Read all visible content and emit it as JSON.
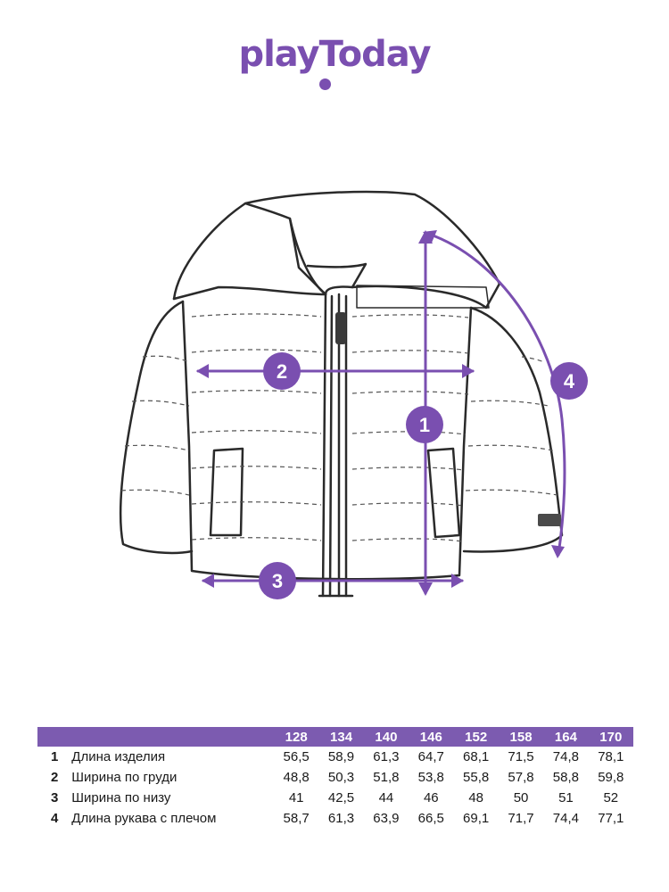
{
  "brand": {
    "name": "playToday",
    "color": "#7a4fb0"
  },
  "measurements": [
    {
      "marker": "1",
      "label": "Длина изделия"
    },
    {
      "marker": "2",
      "label": "Ширина по груди"
    },
    {
      "marker": "3",
      "label": "Ширина по низу"
    },
    {
      "marker": "4",
      "label": "Длина рукава с плечом"
    }
  ],
  "size_table": {
    "header_color": "#7c5bb0",
    "sizes": [
      "128",
      "134",
      "140",
      "146",
      "152",
      "158",
      "164",
      "170"
    ],
    "rows": [
      {
        "num": "1",
        "label": "Длина изделия",
        "values": [
          "56,5",
          "58,9",
          "61,3",
          "64,7",
          "68,1",
          "71,5",
          "74,8",
          "78,1"
        ]
      },
      {
        "num": "2",
        "label": "Ширина по груди",
        "values": [
          "48,8",
          "50,3",
          "51,8",
          "53,8",
          "55,8",
          "57,8",
          "58,8",
          "59,8"
        ]
      },
      {
        "num": "3",
        "label": "Ширина по низу",
        "values": [
          "41",
          "42,5",
          "44",
          "46",
          "48",
          "50",
          "51",
          "52"
        ]
      },
      {
        "num": "4",
        "label": "Длина рукава с плечом",
        "values": [
          "58,7",
          "61,3",
          "63,9",
          "66,5",
          "69,1",
          "71,7",
          "74,4",
          "77,1"
        ]
      }
    ]
  }
}
